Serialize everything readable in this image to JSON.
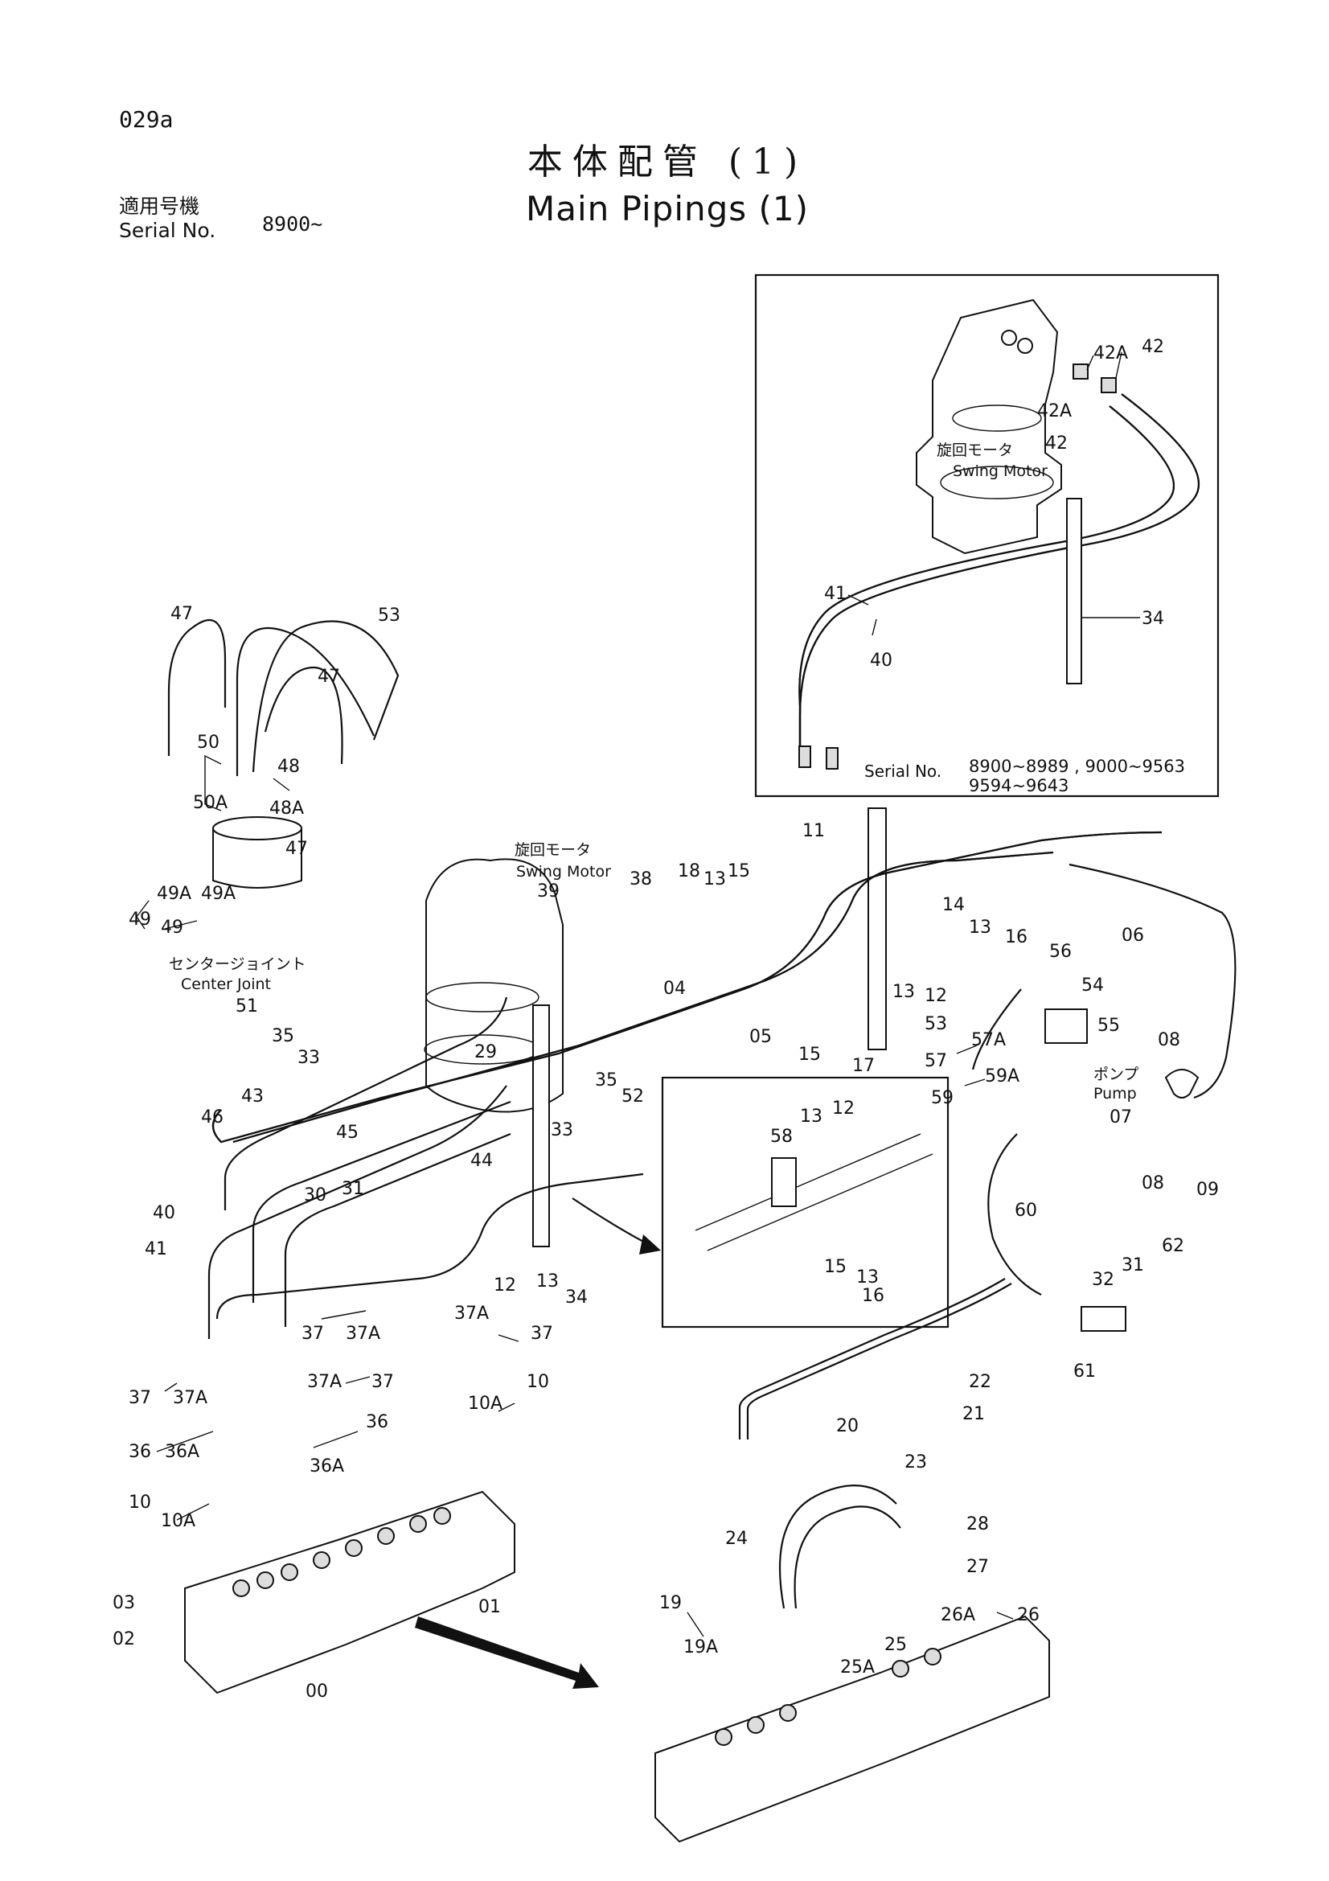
{
  "header": {
    "page_code": "029a",
    "title_jp": "本体配管 (1)",
    "title_en": "Main Pipings (1)",
    "serial_label_jp": "適用号機",
    "serial_label_en": "Serial No.",
    "serial_value": "8900~"
  },
  "inset": {
    "serial_label": "Serial No.",
    "serial_line1": "8900~8989 , 9000~9563",
    "serial_line2": "9594~9643",
    "swing_motor_jp": "旋回モータ",
    "swing_motor_en": "Swing Motor"
  },
  "annotations": {
    "swing_motor_jp": "旋回モータ",
    "swing_motor_en": "Swing Motor",
    "center_joint_jp": "センタージョイント",
    "center_joint_en": "Center Joint",
    "pump_jp": "ポンプ",
    "pump_en": "Pump"
  },
  "callouts": [
    "42A",
    "42",
    "42A",
    "42",
    "41",
    "40",
    "34",
    "47",
    "53",
    "47",
    "50",
    "50A",
    "48",
    "48A",
    "47",
    "49A",
    "49",
    "49",
    "49A",
    "51",
    "35",
    "33",
    "29",
    "43",
    "46",
    "45",
    "44",
    "40",
    "41",
    "30",
    "31",
    "39",
    "38",
    "35",
    "52",
    "33",
    "18",
    "13",
    "15",
    "04",
    "05",
    "15",
    "17",
    "11",
    "14",
    "13",
    "16",
    "13",
    "12",
    "53",
    "56",
    "54",
    "55",
    "57A",
    "57",
    "59A",
    "59",
    "08",
    "07",
    "08",
    "09",
    "06",
    "60",
    "62",
    "31",
    "32",
    "61",
    "34",
    "13",
    "12",
    "58",
    "13",
    "12",
    "15",
    "13",
    "16",
    "37",
    "37A",
    "37A",
    "37",
    "37",
    "37A",
    "37A",
    "37",
    "36",
    "36A",
    "36",
    "36A",
    "10",
    "10A",
    "10",
    "10A",
    "03",
    "02",
    "00",
    "01",
    "22",
    "21",
    "20",
    "23",
    "28",
    "24",
    "27",
    "26",
    "26A",
    "19",
    "19A",
    "25",
    "25A"
  ]
}
